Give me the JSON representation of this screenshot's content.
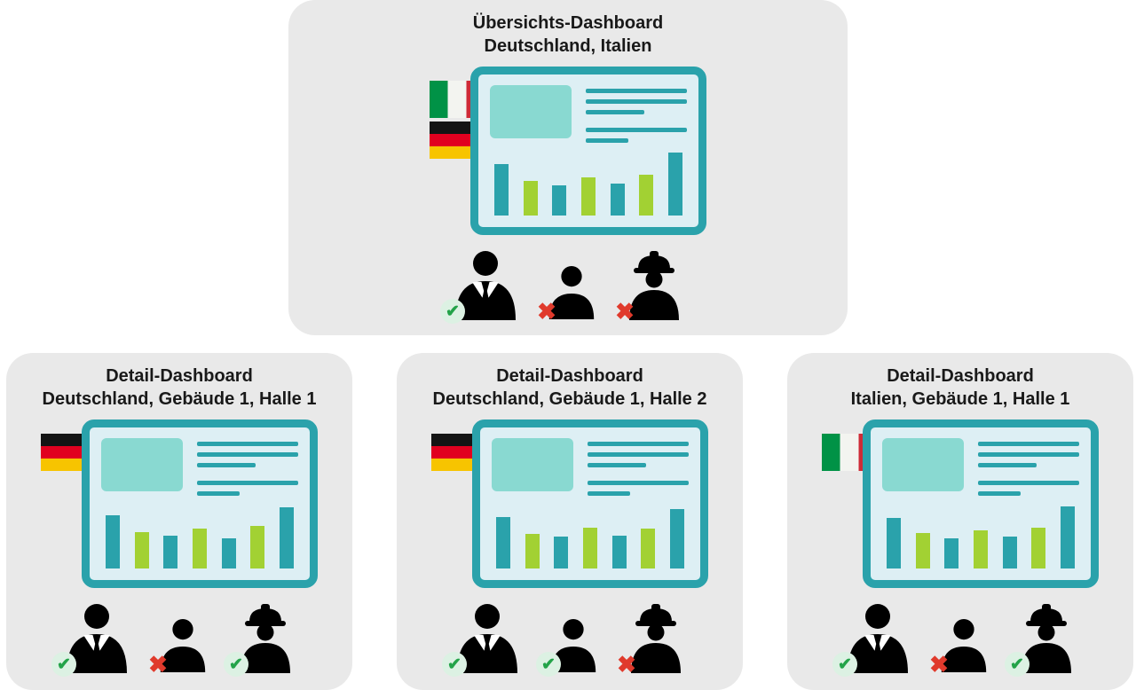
{
  "cards": [
    {
      "title_line1": "Übersichts-Dashboard",
      "title_line2": "Deutschland, Italien",
      "flags": [
        "italy",
        "germany"
      ],
      "persons": [
        {
          "role": "manager-suit",
          "status": "check"
        },
        {
          "role": "employee",
          "status": "cross"
        },
        {
          "role": "worker-helmet",
          "status": "cross"
        }
      ],
      "bars": [
        {
          "color": "teal",
          "h": 78
        },
        {
          "color": "green",
          "h": 52
        },
        {
          "color": "teal",
          "h": 46
        },
        {
          "color": "green",
          "h": 58
        },
        {
          "color": "teal",
          "h": 48
        },
        {
          "color": "green",
          "h": 62
        },
        {
          "color": "teal",
          "h": 95
        }
      ]
    },
    {
      "title_line1": "Detail-Dashboard",
      "title_line2": "Deutschland, Gebäude 1, Halle 1",
      "flags": [
        "germany"
      ],
      "persons": [
        {
          "role": "manager-suit",
          "status": "check"
        },
        {
          "role": "employee",
          "status": "cross"
        },
        {
          "role": "worker-helmet",
          "status": "check"
        }
      ],
      "bars": [
        {
          "color": "teal",
          "h": 80
        },
        {
          "color": "green",
          "h": 55
        },
        {
          "color": "teal",
          "h": 50
        },
        {
          "color": "green",
          "h": 60
        },
        {
          "color": "teal",
          "h": 46
        },
        {
          "color": "green",
          "h": 64
        },
        {
          "color": "teal",
          "h": 92
        }
      ]
    },
    {
      "title_line1": "Detail-Dashboard",
      "title_line2": "Deutschland, Gebäude 1, Halle 2",
      "flags": [
        "germany"
      ],
      "persons": [
        {
          "role": "manager-suit",
          "status": "check"
        },
        {
          "role": "employee",
          "status": "check"
        },
        {
          "role": "worker-helmet",
          "status": "cross"
        }
      ],
      "bars": [
        {
          "color": "teal",
          "h": 78
        },
        {
          "color": "green",
          "h": 52
        },
        {
          "color": "teal",
          "h": 48
        },
        {
          "color": "green",
          "h": 62
        },
        {
          "color": "teal",
          "h": 50
        },
        {
          "color": "green",
          "h": 60
        },
        {
          "color": "teal",
          "h": 90
        }
      ]
    },
    {
      "title_line1": "Detail-Dashboard",
      "title_line2": "Italien, Gebäude 1, Halle 1",
      "flags": [
        "italy"
      ],
      "persons": [
        {
          "role": "manager-suit",
          "status": "check"
        },
        {
          "role": "employee",
          "status": "cross"
        },
        {
          "role": "worker-helmet",
          "status": "check"
        }
      ],
      "bars": [
        {
          "color": "teal",
          "h": 76
        },
        {
          "color": "green",
          "h": 54
        },
        {
          "color": "teal",
          "h": 46
        },
        {
          "color": "green",
          "h": 58
        },
        {
          "color": "teal",
          "h": 48
        },
        {
          "color": "green",
          "h": 62
        },
        {
          "color": "teal",
          "h": 94
        }
      ]
    }
  ],
  "icons": {
    "status_check_glyph": "✔",
    "status_cross_glyph": "✖"
  },
  "colors": {
    "card_bg": "#e9e9e9",
    "monitor_border": "#2aa2ab",
    "monitor_bg": "#ddeff4",
    "placeholder_teal": "#89d9d1",
    "bar_teal": "#2aa2ab",
    "bar_green": "#a2d133",
    "check_green": "#23a349",
    "check_bg": "#dcf1e3",
    "cross_red": "#e03a2c",
    "flag_germany": [
      "#141414",
      "#e1001f",
      "#f7c400"
    ],
    "flag_italy": [
      "#009246",
      "#f3f4f0",
      "#ce2b37"
    ]
  }
}
